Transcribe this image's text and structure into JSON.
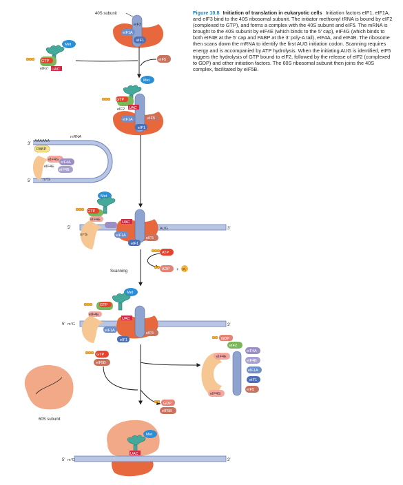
{
  "caption": {
    "figure_number": "Figure 10.8",
    "title": "Initiation of translation in eukaryotic cells",
    "body": "Initiation factors eIF1, eIF1A, and eIF3 bind to the 40S ribosomal subunit. The initiator methionyl tRNA is bound by eIF2 (complexed to GTP), and forms a complex with the 40S subunit and eIF5. The mRNA is brought to the 40S subunit by eIF4E (which binds to the 5′ cap), eIF4G (which binds to both eIF4E at the 5′ cap and PABP at the 3′ poly-A tail), eIF4A, and eIF4B. The ribosome then scans down the mRNA to identify the first AUG initiation codon. Scanning requires energy and is accompanied by ATP hydrolysis. When the initiating AUG is identified, eIF5 triggers the hydrolysis of GTP bound to eIF2, followed by the release of eIF2 (complexed to GDP) and other initiation factors. The 60S ribosomal subunit then joins the 40S complex, facilitated by eIF5B."
  },
  "labels": {
    "subunit_40s": "40S subunit",
    "subunit_60s": "60S subunit",
    "mrna": "mRNA",
    "scanning": "Scanning",
    "aug": "AUG",
    "three_prime": "3′",
    "five_prime": "5′",
    "cap": "m⁷G",
    "polya": "AAAAAA",
    "plus": "+",
    "pi": "Pᵢ"
  },
  "factors": {
    "eif1": "eIF1",
    "eif1a": "eIF1A",
    "eif2": "eIF2",
    "eif3": "eIF3",
    "eif4a": "eIF4A",
    "eif4b": "eIF4B",
    "eif4e": "eIF4E",
    "eif4g": "eIF4G",
    "eif5": "eIF5",
    "eif5b": "eIF5B",
    "pabp": "PABP",
    "met": "Met",
    "gtp": "GTP",
    "gdp": "GDP",
    "atp": "ATP",
    "adp": "ADP",
    "uac": "UAC"
  },
  "colors": {
    "ribosome_40s": "#e8683d",
    "ribosome_60s": "#f2a987",
    "eif3": "#8ea3cf",
    "eif1": "#4d6fb5",
    "eif1a": "#6f8fc9",
    "eif2": "#7ab75b",
    "eif5": "#c9735f",
    "eif4e": "#f7c793",
    "eif4g": "#f4a8a0",
    "eif4a": "#9c8fc4",
    "eif4b": "#a9a2cf",
    "pabp": "#f5e28a",
    "met": "#2c8fd6",
    "trna": "#44a89a",
    "gtp": "#e7432c",
    "mrna": "#b9c6e3",
    "uac": "#d02a44",
    "atp": "#e7432c",
    "adp": "#e58276",
    "phosphate": "#f5b23a"
  }
}
